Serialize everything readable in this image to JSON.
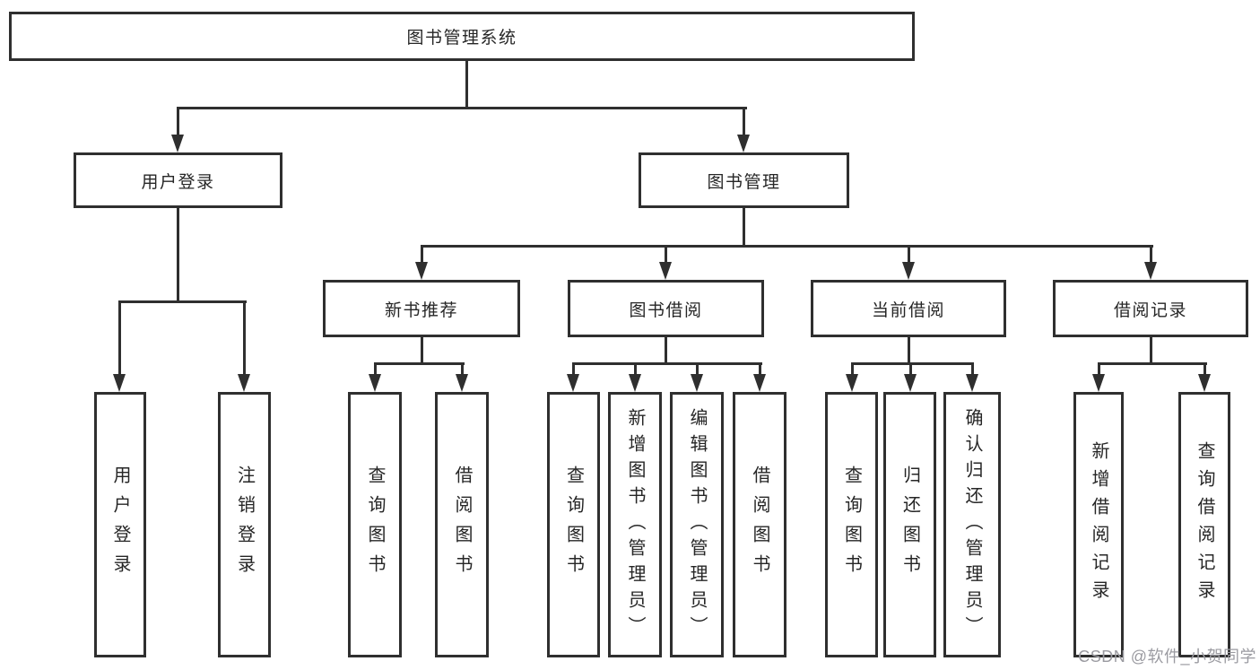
{
  "tree": {
    "root": {
      "label": "图书管理系统"
    },
    "branches": [
      {
        "label": "用户登录",
        "children": [
          {
            "label": "用户登录"
          },
          {
            "label": "注销登录"
          }
        ]
      },
      {
        "label": "图书管理",
        "children": [
          {
            "label": "新书推荐",
            "children": [
              {
                "label": "查询图书"
              },
              {
                "label": "借阅图书"
              }
            ]
          },
          {
            "label": "图书借阅",
            "children": [
              {
                "label": "查询图书"
              },
              {
                "label": "新增图书（管理员）"
              },
              {
                "label": "编辑图书（管理员）"
              },
              {
                "label": "借阅图书"
              }
            ]
          },
          {
            "label": "当前借阅",
            "children": [
              {
                "label": "查询图书"
              },
              {
                "label": "归还图书"
              },
              {
                "label": "确认归还（管理员）"
              }
            ]
          },
          {
            "label": "借阅记录",
            "children": [
              {
                "label": "新增借阅记录"
              },
              {
                "label": "查询借阅记录"
              }
            ]
          }
        ]
      }
    ]
  },
  "watermark": {
    "text": "CSDN @软件_小贺同学"
  },
  "colors": {
    "line": "#2f2f2f",
    "text": "#262626",
    "watermark_text": "#9b9ba1",
    "background": "#ffffff"
  }
}
